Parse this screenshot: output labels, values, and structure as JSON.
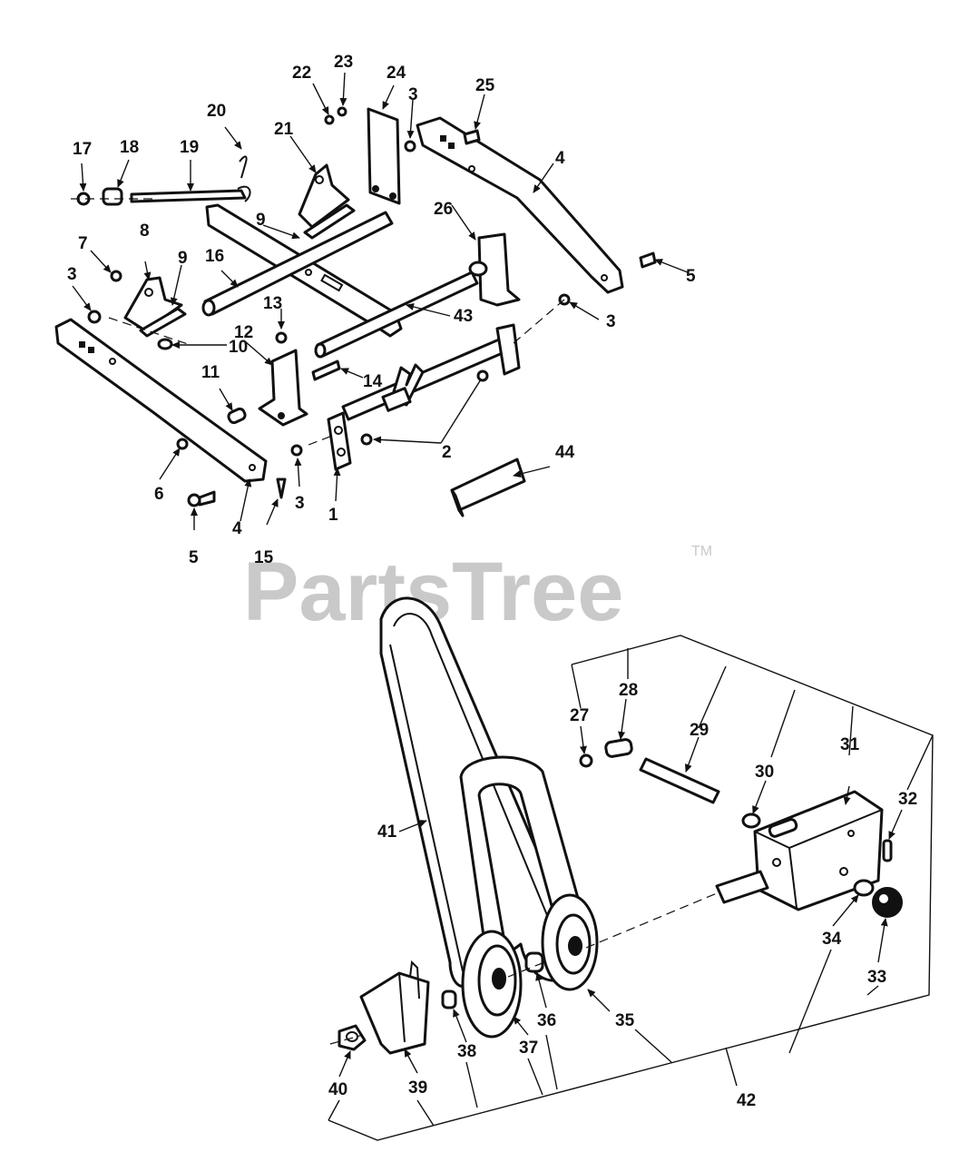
{
  "watermark": {
    "brand": "PartsTree",
    "trademark": "TM"
  },
  "callouts": [
    "1",
    "2",
    "3",
    "4",
    "5",
    "6",
    "7",
    "8",
    "9",
    "10",
    "11",
    "12",
    "13",
    "14",
    "15",
    "16",
    "17",
    "18",
    "19",
    "20",
    "21",
    "22",
    "23",
    "24",
    "25",
    "26",
    "27",
    "28",
    "29",
    "30",
    "31",
    "32",
    "33",
    "34",
    "35",
    "36",
    "37",
    "38",
    "39",
    "40",
    "41",
    "42",
    "43",
    "44"
  ],
  "callout_labels": {
    "c1": "1",
    "c2": "2",
    "c3a": "3",
    "c3b": "3",
    "c3c": "3",
    "c3d": "3",
    "c4a": "4",
    "c4b": "4",
    "c5a": "5",
    "c5b": "5",
    "c6": "6",
    "c7": "7",
    "c8": "8",
    "c9a": "9",
    "c9b": "9",
    "c10": "10",
    "c11": "11",
    "c12": "12",
    "c13": "13",
    "c14": "14",
    "c15": "15",
    "c16": "16",
    "c17": "17",
    "c18": "18",
    "c19": "19",
    "c20": "20",
    "c21": "21",
    "c22": "22",
    "c23": "23",
    "c24": "24",
    "c25": "25",
    "c26": "26",
    "c27": "27",
    "c28": "28",
    "c29": "29",
    "c30": "30",
    "c31": "31",
    "c32": "32",
    "c33": "33",
    "c34": "34",
    "c35": "35",
    "c36": "36",
    "c37": "37",
    "c38": "38",
    "c39": "39",
    "c40": "40",
    "c41": "41",
    "c42": "42",
    "c43": "43",
    "c44": "44"
  }
}
